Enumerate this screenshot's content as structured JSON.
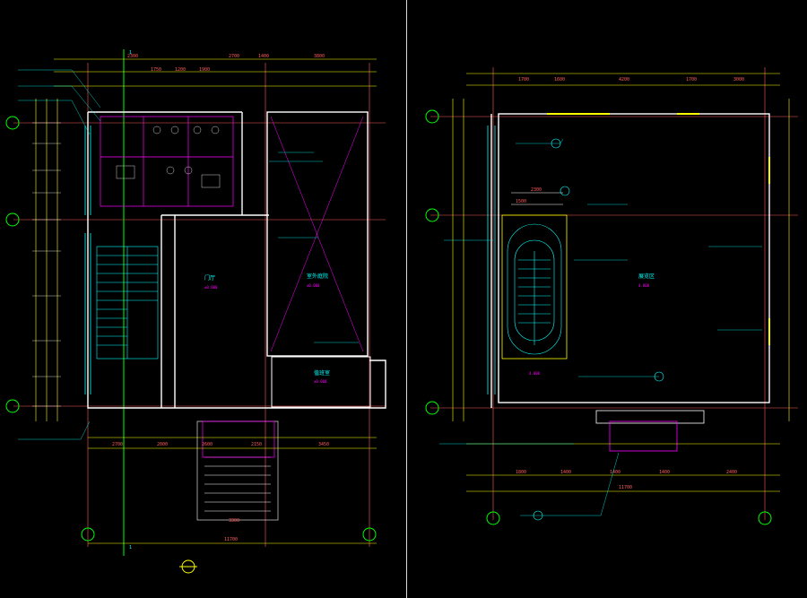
{
  "colors": {
    "background": "#000000",
    "frame": "#dcdcdc",
    "wall": "#ffffff",
    "dimension": "#ff5c5c",
    "cyan": "#00ffff",
    "yellow": "#ffff00",
    "green": "#00ff00",
    "magenta": "#ff00ff",
    "gold": "#e0c000"
  },
  "left_plan": {
    "top_dims": [
      "2300",
      "1750",
      "1200",
      "1900",
      "2700",
      "1400",
      "3800"
    ],
    "bottom_dims": [
      "2700",
      "2000",
      "2600",
      "2150",
      "3450"
    ],
    "overall_dim": "11700",
    "stair_dim": "3300",
    "axis_tag": "1",
    "rooms": {
      "hall_name": "门厅",
      "hall_code": "±0.000",
      "void_name": "室外庭院",
      "void_code": "±0.000",
      "duty_name": "值班室",
      "duty_code": "±0.000"
    }
  },
  "right_plan": {
    "top_dims": [
      "1700",
      "1600",
      "4200",
      "1700",
      "3000"
    ],
    "stair_dims": [
      "1500",
      "2300"
    ],
    "bottom_dims": [
      "1800",
      "1400",
      "1400",
      "1400",
      "2400"
    ],
    "overall_dim": "11700",
    "rooms": {
      "exhibit_name": "展览区",
      "exhibit_code": "4.800",
      "stair_code": "4.800"
    }
  }
}
